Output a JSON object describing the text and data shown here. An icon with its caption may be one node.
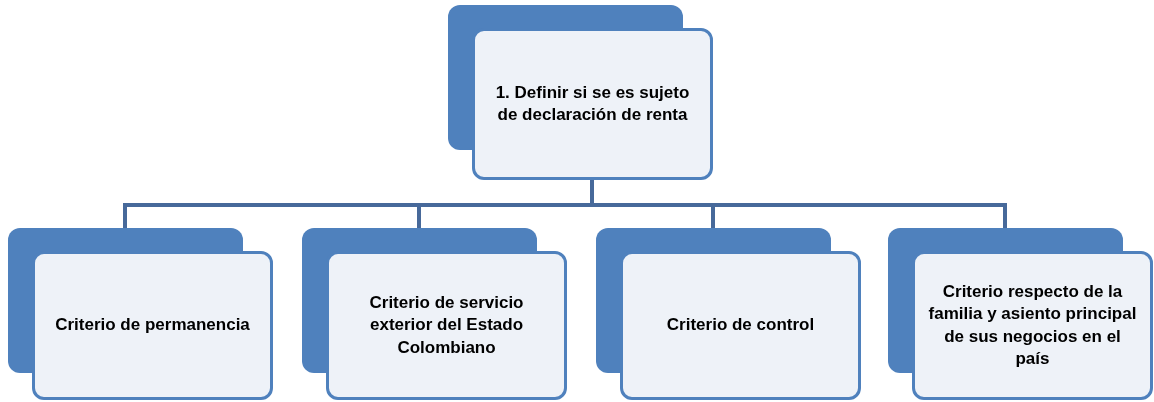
{
  "diagram": {
    "nodes": [
      {
        "text": [
          "1. Definir si se es sujeto de declaración de renta"
        ]
      },
      {
        "text": [
          "Criterio de permanencia"
        ]
      },
      {
        "text": [
          "Criterio de servicio exterior del Estado Colombiano"
        ]
      },
      {
        "text": [
          "Criterio de control"
        ]
      },
      {
        "text": [
          "Criterio respecto de la familia y asiento principal de sus negocios en el país"
        ]
      }
    ],
    "edges": [
      {
        "from": 0,
        "to": 1,
        "arrow": "none"
      },
      {
        "from": 0,
        "to": 2,
        "arrow": "none"
      },
      {
        "from": 0,
        "to": 3,
        "arrow": "none"
      },
      {
        "from": 0,
        "to": 4,
        "arrow": "none"
      }
    ]
  }
}
